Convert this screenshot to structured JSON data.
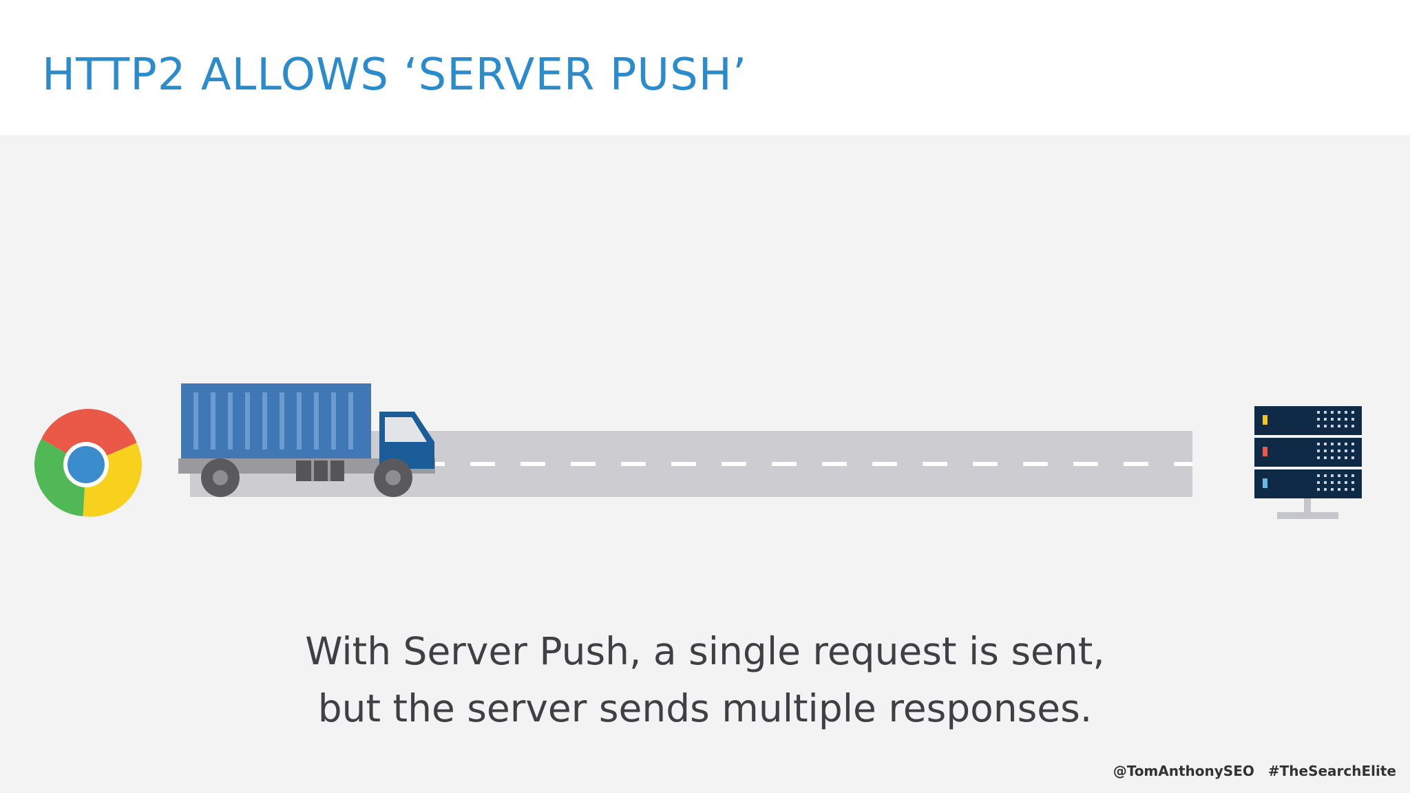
{
  "slide": {
    "title": "HTTP2 ALLOWS ‘SERVER PUSH’",
    "caption": {
      "line1": "With Server Push, a single request is sent,",
      "line2": "but the server sends multiple responses."
    },
    "footer": {
      "handle": "@TomAnthonySEO",
      "hashtag": "#TheSearchElite"
    }
  },
  "icons": {
    "browser": "chrome-logo-icon",
    "vehicle": "truck-icon",
    "server": "server-rack-icon"
  },
  "colors": {
    "title": "#2b8ccd",
    "road": "#cdccd0",
    "truck_container": "#3f78b5",
    "truck_cab": "#1b5d99",
    "server": "#0e2a47",
    "chrome_red": "#ea5848",
    "chrome_yellow": "#f7d11d",
    "chrome_green": "#51b856",
    "chrome_blue": "#3a8ccd"
  }
}
